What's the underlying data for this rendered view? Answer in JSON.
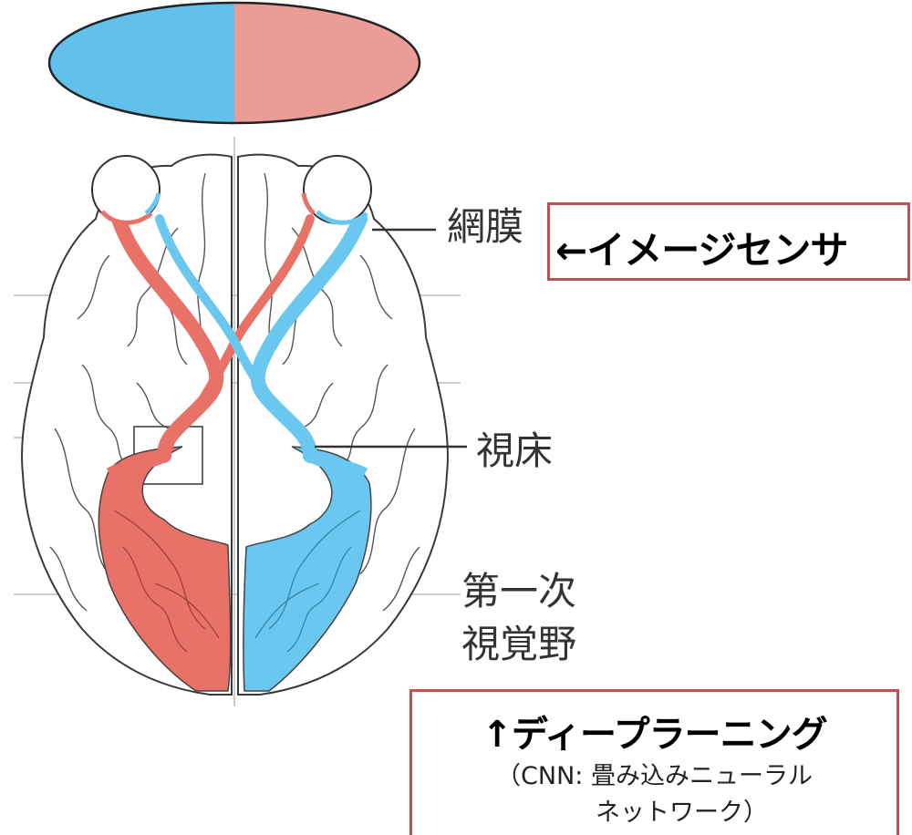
{
  "labels": {
    "retina": "網膜",
    "thalamus": "視床",
    "v1_line1": "第一次",
    "v1_line2": "視覚野"
  },
  "callouts": {
    "image_sensor": "←イメージセンサ",
    "deep_learning_title": "↑ディープラーニング",
    "deep_learning_sub1": "（CNN: 畳み込みニューラル",
    "deep_learning_sub2": "ネットワーク）"
  },
  "colors": {
    "left_visual_field": "#62c1ea",
    "right_visual_field": "#ec9c97",
    "left_pathway": "#e87268",
    "right_pathway": "#69c7f0",
    "callout_border": "#c0504d",
    "outline": "#333333"
  }
}
